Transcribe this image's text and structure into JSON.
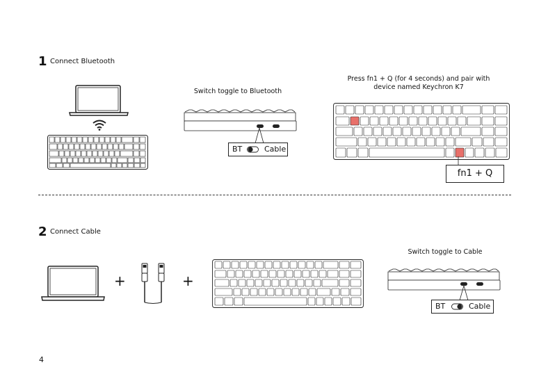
{
  "step1": {
    "number": "1",
    "title": "Connect Bluetooth",
    "toggle_caption": "Switch toggle to Bluetooth",
    "pair_caption_line1": "Press fn1 + Q (for 4 seconds) and pair with",
    "pair_caption_line2": "device named Keychron K7",
    "switch_bt": "BT",
    "switch_cable": "Cable",
    "key_combo": "fn1 + Q"
  },
  "step2": {
    "number": "2",
    "title": "Connect Cable",
    "toggle_caption": "Switch toggle to Cable",
    "plus1": "+",
    "plus2": "+",
    "switch_bt": "BT",
    "switch_cable": "Cable"
  },
  "page_number": "4",
  "colors": {
    "highlight_key": "#e8706a",
    "line": "#222222"
  },
  "icons": [
    "laptop-icon",
    "wifi-icon",
    "keyboard-icon",
    "usb-cable-icon"
  ]
}
